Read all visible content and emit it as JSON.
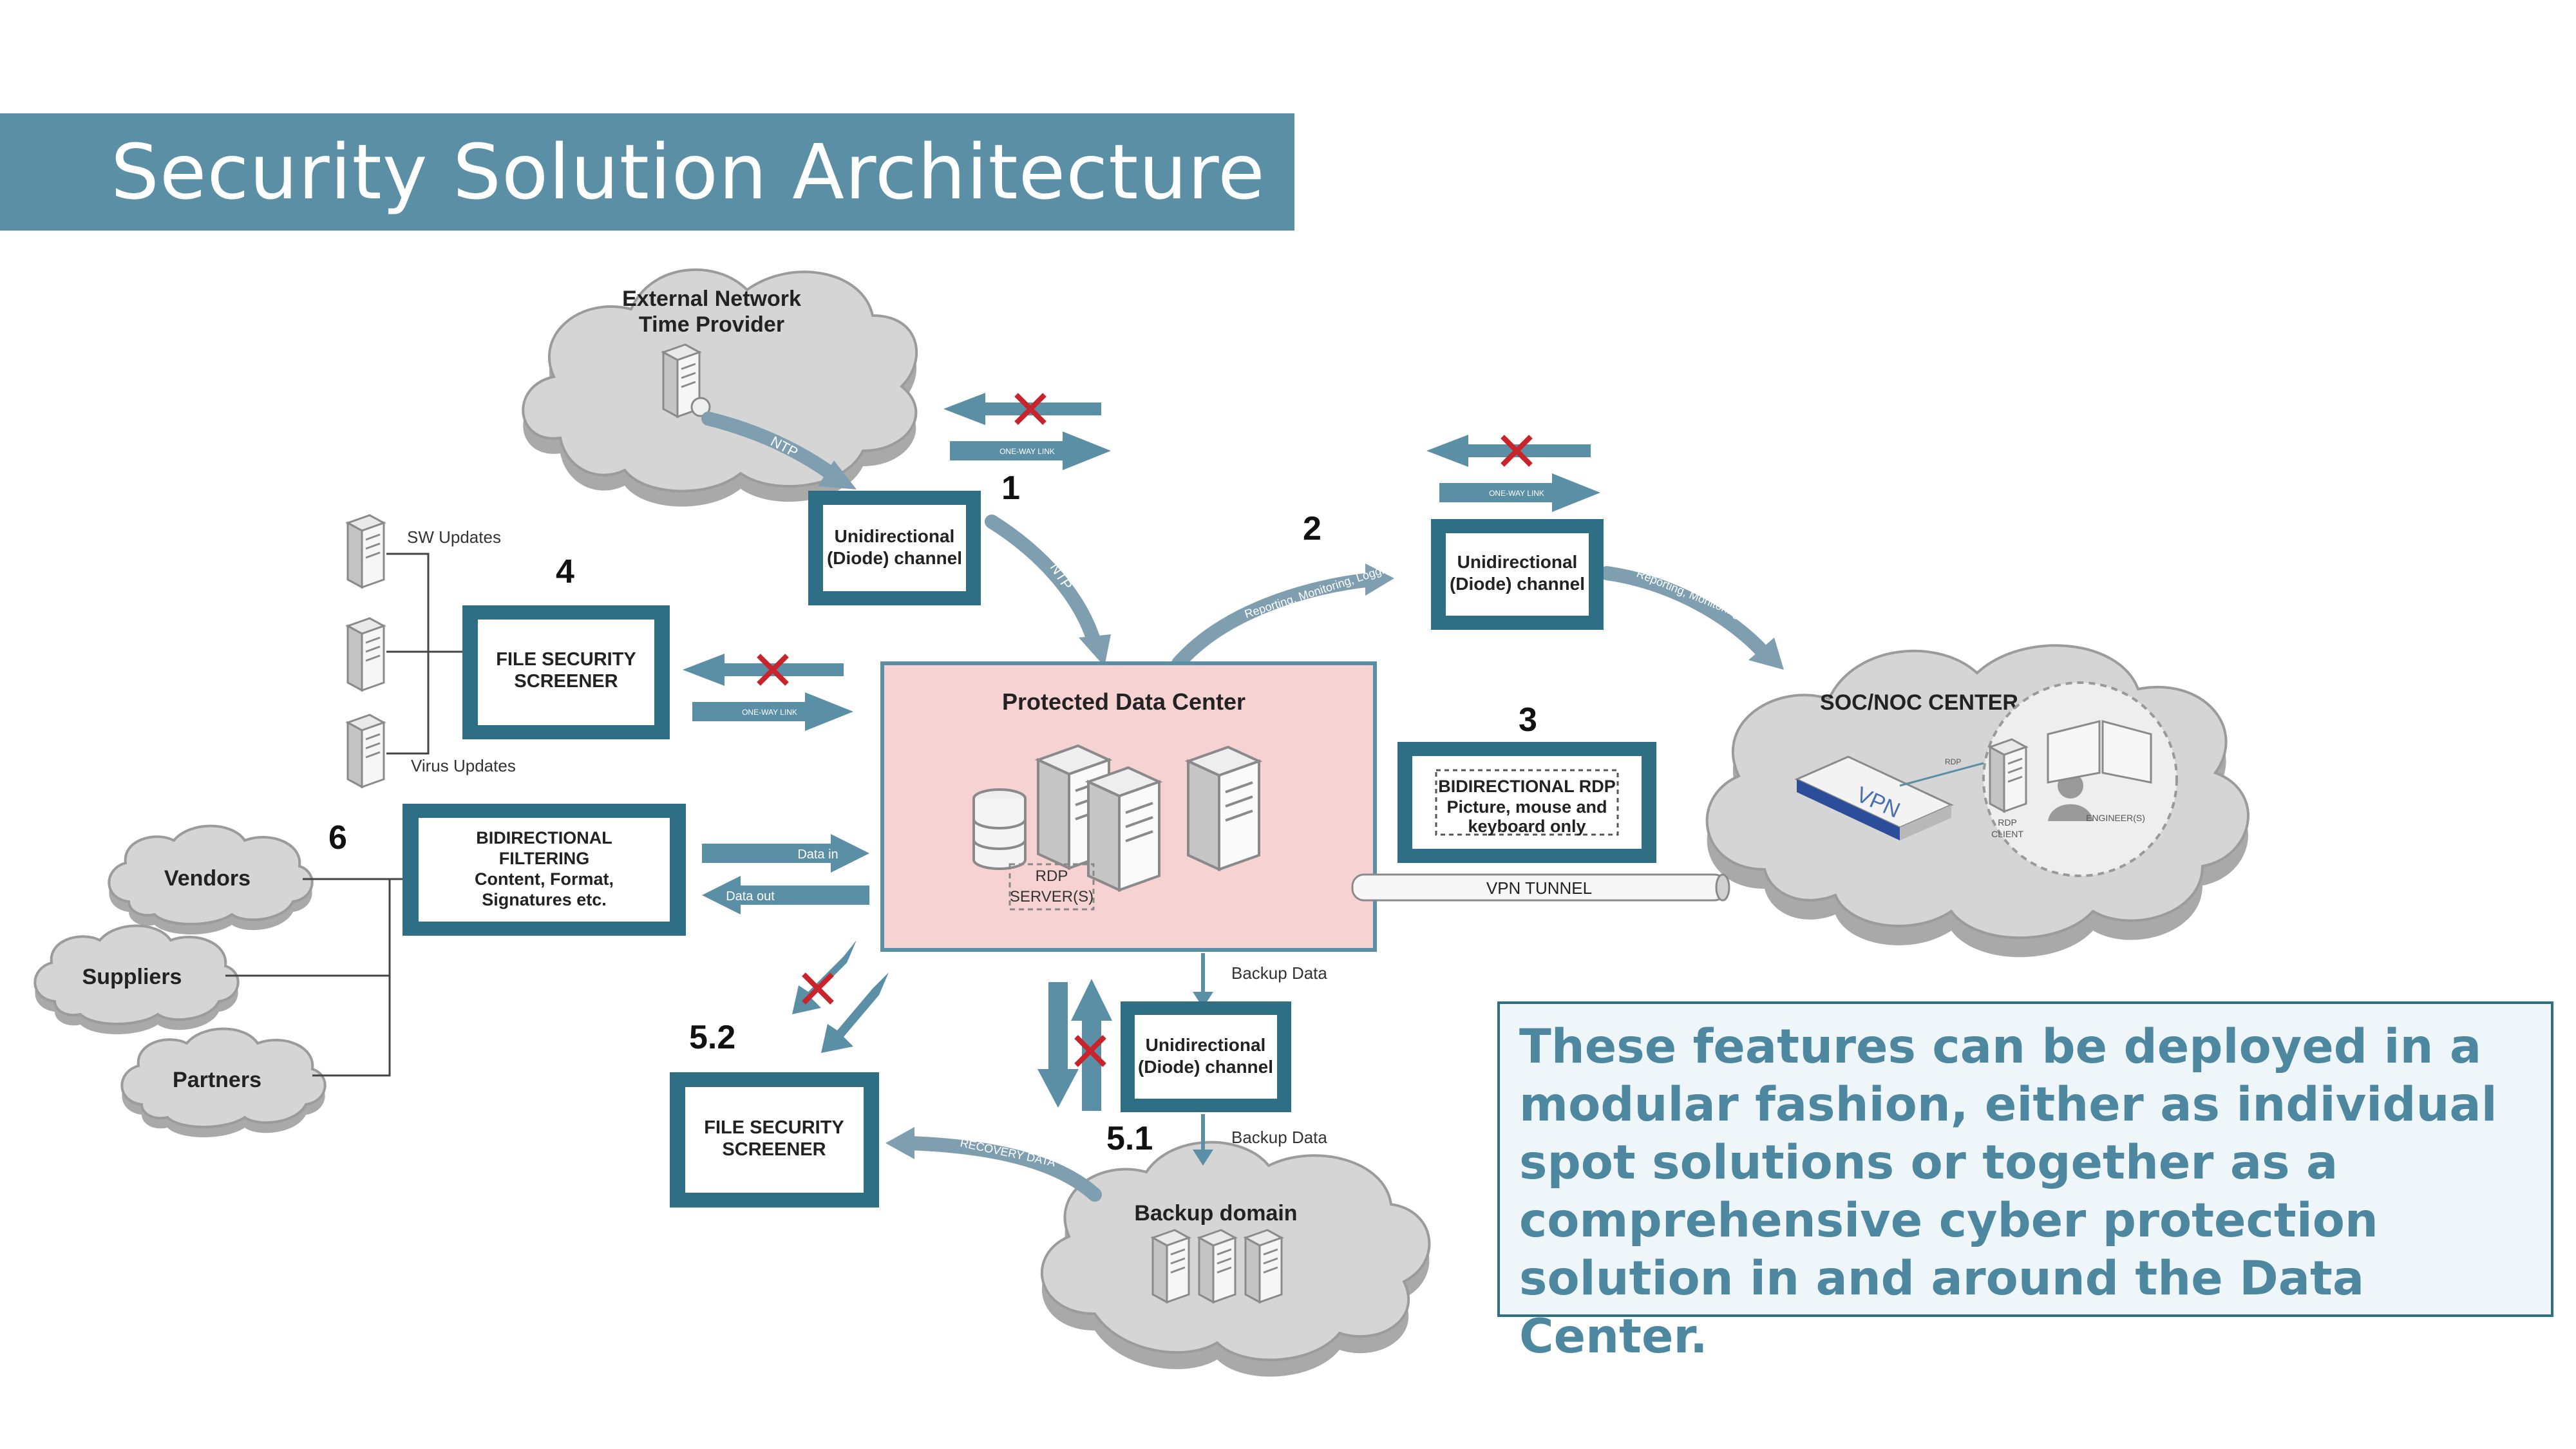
{
  "slide": {
    "title": "Security Solution Architecture",
    "note": "These features can be deployed in a modular fashion, either as individual spot solutions or together as a comprehensive cyber protection solution in and around the Data Center."
  },
  "colors": {
    "accent": "#5a8fa5",
    "box_border": "#2f6f86",
    "data_center_fill": "#f6d2d2",
    "cross": "#c8242c",
    "cloud": "#d5d5d5"
  },
  "diagram": {
    "time_provider": {
      "line1": "External Network",
      "line2": "Time Provider"
    },
    "ntp_label": "NTP",
    "one_way_link": "ONE-WAY LINK",
    "step1": "1",
    "step2": "2",
    "step3": "3",
    "step4": "4",
    "step5_1": "5.1",
    "step5_2": "5.2",
    "step6": "6",
    "diode": {
      "line1": "Unidirectional",
      "line2": "(Diode) channel"
    },
    "reporting": "Reporting, Monitoring, Logging",
    "data_center": "Protected Data Center",
    "rdp_server": {
      "line1": "RDP",
      "line2": "SERVER(S)"
    },
    "soc": "SOC/NOC CENTER",
    "vpn": "VPN",
    "rdp": "RDP",
    "rdp_client": {
      "line1": "RDP",
      "line2": "CLIENT"
    },
    "engineers": "ENGINEER(S)",
    "bidir_rdp": {
      "line1": "BIDIRECTIONAL RDP",
      "line2": "Picture, mouse and",
      "line3": "keyboard only"
    },
    "vpn_tunnel": "VPN TUNNEL",
    "fss": {
      "line1": "FILE SECURITY",
      "line2": "SCREENER"
    },
    "sw_updates": "SW Updates",
    "virus_updates": "Virus Updates",
    "bidir_filter": {
      "line1": "BIDIRECTIONAL",
      "line2": "FILTERING",
      "line3": "Content, Format,",
      "line4": "Signatures etc."
    },
    "data_in": "Data in",
    "data_out": "Data out",
    "vendors": "Vendors",
    "suppliers": "Suppliers",
    "partners": "Partners",
    "backup_data": "Backup Data",
    "backup_domain": "Backup domain",
    "recovery_data": "RECOVERY DATA"
  }
}
